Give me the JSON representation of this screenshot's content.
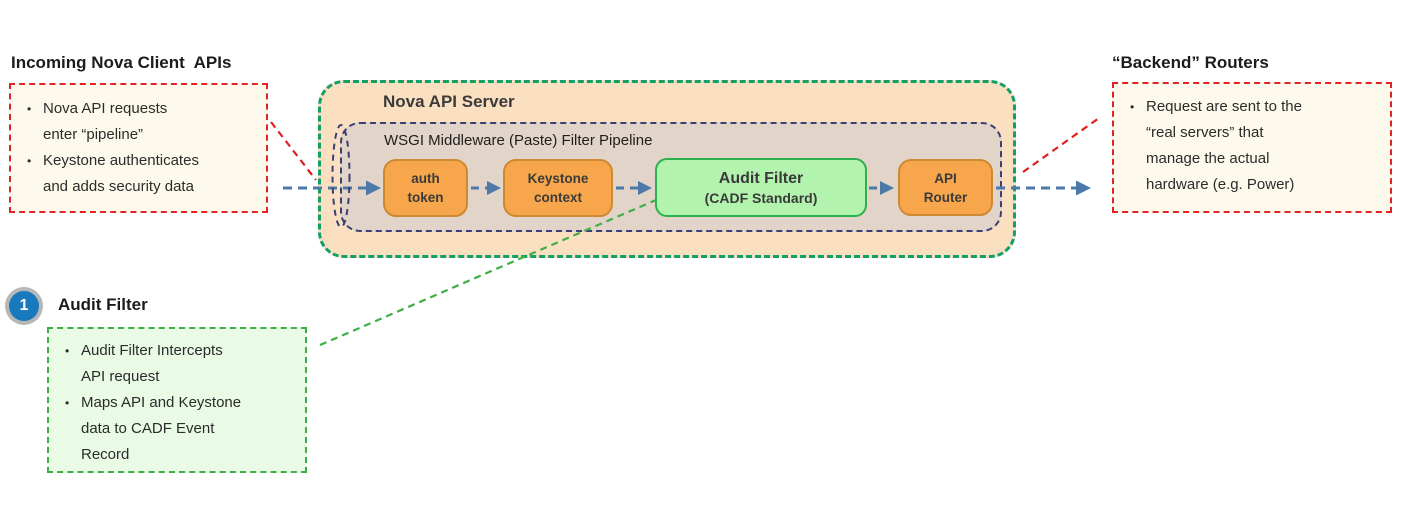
{
  "incoming": {
    "title": "Incoming Nova Client  APIs",
    "bullets": [
      [
        "Nova API requests",
        "enter “pipeline”"
      ],
      [
        "Keystone authenticates",
        "and adds security data"
      ]
    ]
  },
  "nova_server": {
    "title": "Nova API Server",
    "pipeline_label": "WSGI Middleware (Paste) Filter Pipeline",
    "stages": [
      {
        "label": [
          "auth",
          "token"
        ]
      },
      {
        "label": [
          "Keystone",
          "context"
        ]
      },
      {
        "label": [
          "Audit Filter",
          "(CADF Standard)"
        ]
      },
      {
        "label": [
          "API",
          "Router"
        ]
      }
    ]
  },
  "backend": {
    "title": "“Backend” Routers",
    "bullets": [
      [
        "Request are sent to the",
        "“real servers” that",
        "manage the actual",
        "hardware (e.g. Power)"
      ]
    ]
  },
  "callout": {
    "badge": "1",
    "title": "Audit Filter",
    "bullets": [
      [
        "Audit Filter Intercepts",
        "API request"
      ],
      [
        "Maps API and Keystone",
        "data to CADF Event",
        "Record"
      ]
    ]
  },
  "colors": {
    "nova_fill": "#FBDFC1",
    "nova_border": "#12A066",
    "wsgi_fill": "#E2D4C9",
    "wsgi_border": "#3B3F72",
    "stage_orange_fill": "#F7A64B",
    "stage_orange_border": "#CE8A33",
    "audit_fill": "#B2F3AE",
    "audit_border": "#2DB04F",
    "note_fill": "#FDFAED",
    "note_border_red": "#E02424",
    "callout_fill": "#E9FAE5",
    "callout_border_green": "#3FAE47",
    "arrow_blue": "#4C79A8",
    "connector_red": "#DF2020",
    "connector_green": "#3FAE47",
    "badge_blue": "#1879BD"
  }
}
